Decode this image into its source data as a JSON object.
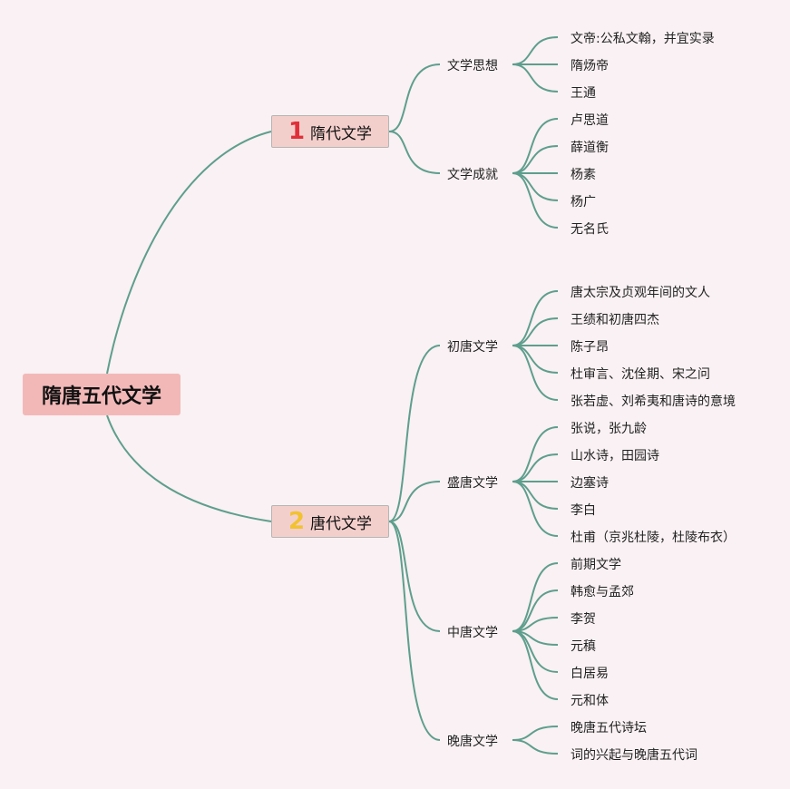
{
  "root": "隋唐五代文学",
  "branches": [
    {
      "number": "1",
      "number_color": "#e0303a",
      "label": "隋代文学",
      "subs": [
        {
          "label": "文学思想",
          "leaves": [
            "文帝:公私文翰，并宜实录",
            "隋炀帝",
            "王通"
          ]
        },
        {
          "label": "文学成就",
          "leaves": [
            "卢思道",
            "薛道衡",
            "杨素",
            "杨广",
            "无名氏"
          ]
        }
      ]
    },
    {
      "number": "2",
      "number_color": "#f2c230",
      "label": "唐代文学",
      "subs": [
        {
          "label": "初唐文学",
          "leaves": [
            "唐太宗及贞观年间的文人",
            "王绩和初唐四杰",
            "陈子昂",
            "杜审言、沈佺期、宋之问",
            "张若虚、刘希夷和唐诗的意境"
          ]
        },
        {
          "label": "盛唐文学",
          "leaves": [
            "张说，张九龄",
            "山水诗，田园诗",
            "边塞诗",
            "李白",
            "杜甫（京兆杜陵，杜陵布衣）"
          ]
        },
        {
          "label": "中唐文学",
          "leaves": [
            "前期文学",
            "韩愈与孟郊",
            "李贺",
            "元稹",
            "白居易",
            "元和体"
          ]
        },
        {
          "label": "晚唐文学",
          "leaves": [
            "晚唐五代诗坛",
            "词的兴起与晚唐五代词"
          ]
        }
      ]
    }
  ],
  "colors": {
    "background": "#f9f1f3",
    "line": "#5e9e8c",
    "root_fill": "#f2b8b8",
    "branch_fill": "#f3cfcc"
  }
}
